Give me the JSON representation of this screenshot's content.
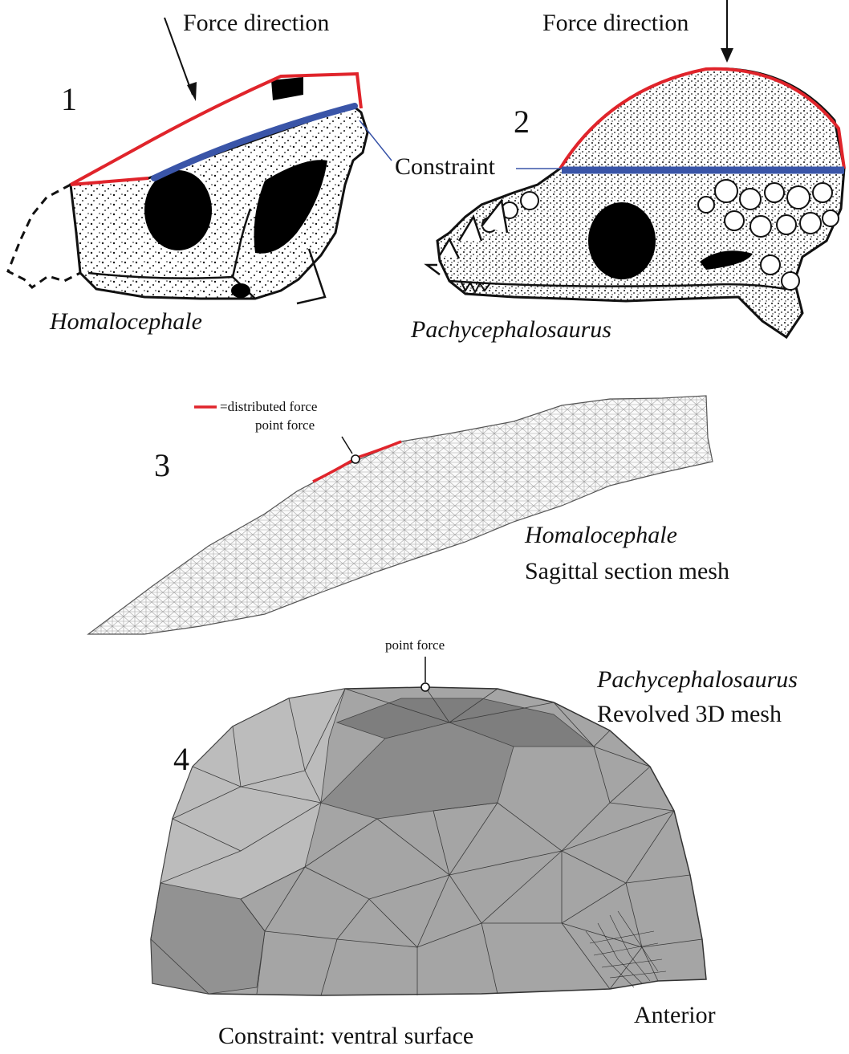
{
  "panels": {
    "p1": {
      "number": "1",
      "force_label": "Force direction",
      "taxon": "Homalocephale",
      "constraint_label": "Constraint"
    },
    "p2": {
      "number": "2",
      "force_label": "Force direction",
      "taxon": "Pachycephalosaurus"
    },
    "p3": {
      "number": "3",
      "legend_label": "=distributed force",
      "point_force_label": "point force",
      "taxon": "Homalocephale",
      "caption": "Sagittal section mesh"
    },
    "p4": {
      "number": "4",
      "point_force_label": "point force",
      "taxon": "Pachycephalosaurus",
      "caption": "Revolved 3D mesh",
      "anterior_label": "Anterior",
      "constraint_label": "Constraint: ventral surface"
    }
  },
  "colors": {
    "force": "#e0242b",
    "constraint": "#3a55a8",
    "mesh_line": "#9a9a9a",
    "mesh_fill": "#fbfbfb",
    "dome_light": "#b9b9b9",
    "dome_mid": "#9d9d9d",
    "dome_dark": "#7d7d7d"
  }
}
